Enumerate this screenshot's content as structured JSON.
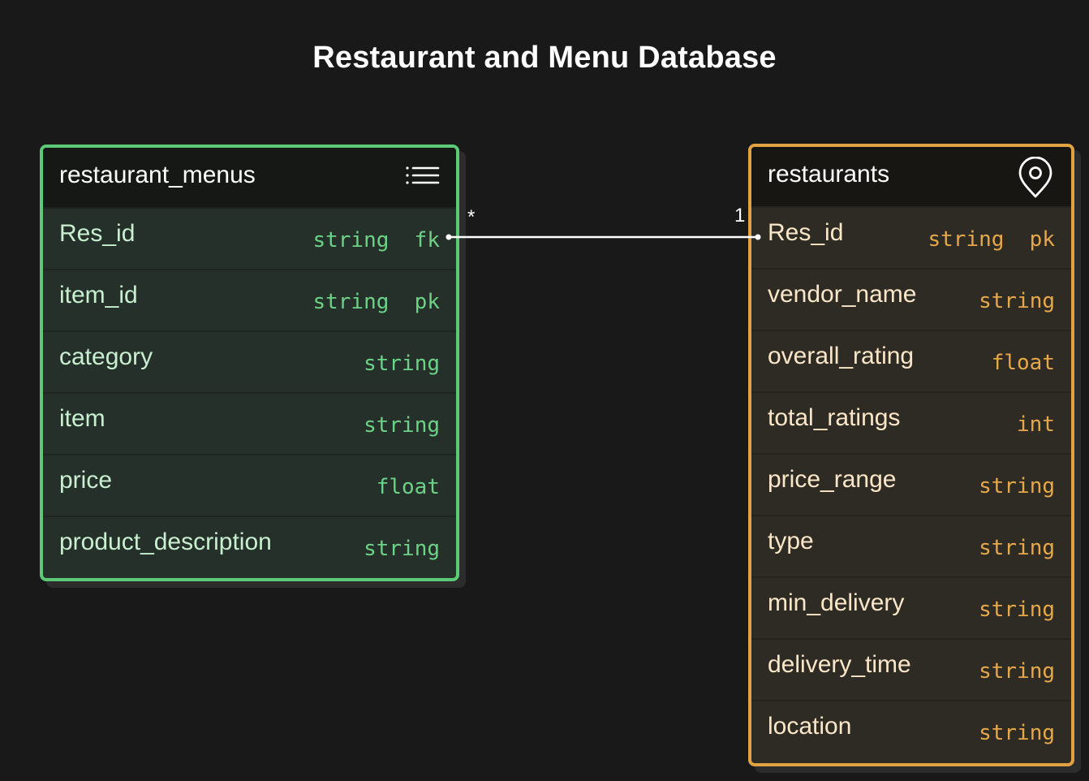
{
  "title": "Restaurant and Menu Database",
  "colors": {
    "background": "#191919",
    "menus_accent": "#5cc976",
    "restaurants_accent": "#e0a243",
    "connector": "#ffffff"
  },
  "tables": {
    "menus": {
      "name": "restaurant_menus",
      "icon": "list-icon",
      "rows": [
        {
          "field": "Res_id",
          "type": "string  fk"
        },
        {
          "field": "item_id",
          "type": "string  pk"
        },
        {
          "field": "category",
          "type": "string"
        },
        {
          "field": "item",
          "type": "string"
        },
        {
          "field": "price",
          "type": "float"
        },
        {
          "field": "product_description",
          "type": "string"
        }
      ]
    },
    "restaurants": {
      "name": "restaurants",
      "icon": "location-pin-icon",
      "rows": [
        {
          "field": "Res_id",
          "type": "string  pk"
        },
        {
          "field": "vendor_name",
          "type": "string"
        },
        {
          "field": "overall_rating",
          "type": "float"
        },
        {
          "field": "total_ratings",
          "type": "int"
        },
        {
          "field": "price_range",
          "type": "string"
        },
        {
          "field": "type",
          "type": "string"
        },
        {
          "field": "min_delivery",
          "type": "string"
        },
        {
          "field": "delivery_time",
          "type": "string"
        },
        {
          "field": "location",
          "type": "string"
        }
      ]
    }
  },
  "relationship": {
    "from_cardinality": "*",
    "to_cardinality": "1"
  }
}
